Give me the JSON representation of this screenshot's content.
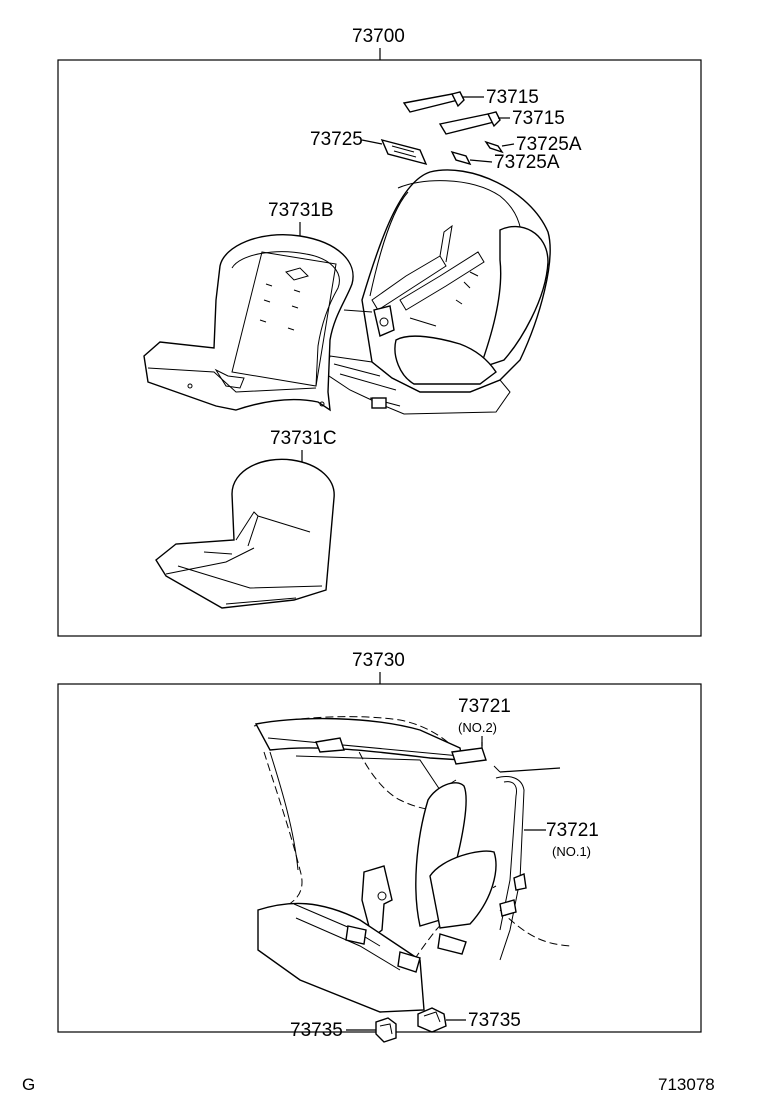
{
  "labels": {
    "l73700": "73700",
    "l73715a": "73715",
    "l73715b": "73715",
    "l73725": "73725",
    "l73725Aa": "73725A",
    "l73725Ab": "73725A",
    "l73731B": "73731B",
    "l73731C": "73731C",
    "l73730": "73730",
    "l73721a": "73721",
    "l73721a_sub": "(NO.2)",
    "l73721b": "73721",
    "l73721b_sub": "(NO.1)",
    "l73735a": "73735",
    "l73735b": "73735",
    "corner_left": "G",
    "corner_right": "713078"
  }
}
